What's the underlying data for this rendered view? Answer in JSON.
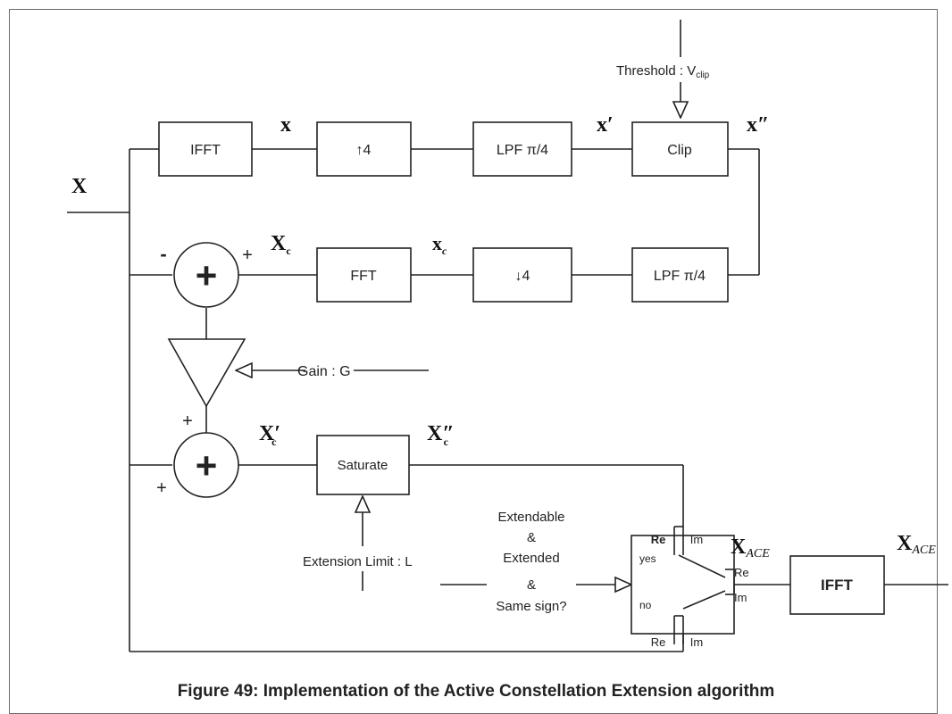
{
  "blocks": {
    "ifft_top": "IFFT",
    "upsample": "↑4",
    "lpf_top": "LPF π/4",
    "clip": "Clip",
    "fft": "FFT",
    "downsample": "↓4",
    "lpf_mid": "LPF π/4",
    "saturate": "Saturate",
    "ifft_out": "IFFT"
  },
  "signals": {
    "X_in": "X",
    "x": "x",
    "x_prime": "x′",
    "x_dprime": "x″",
    "Xc": "X",
    "Xc_sub": "c",
    "xc": "x",
    "xc_sub": "c",
    "Xc_prime": "X′",
    "Xc_prime_sub": "c",
    "Xc_dprime": "X″",
    "Xc_dprime_sub": "c",
    "X_ace1": "X",
    "X_ace2": "X",
    "ace_sub": "ACE"
  },
  "controls": {
    "threshold": "Threshold : V",
    "threshold_sub": "clip",
    "gain": "Gain : G",
    "extension_limit": "Extension Limit : L"
  },
  "condition": {
    "lines": [
      "Extendable",
      "&",
      "Extended",
      "&",
      "Same sign?"
    ]
  },
  "switch": {
    "re": "Re",
    "im": "Im",
    "yes": "yes",
    "no": "no"
  },
  "summers": {
    "sign_symbol": "+",
    "sub_minus": "-",
    "sub_plus": "+",
    "add_top": "+",
    "add_left": "+"
  },
  "caption": "Figure 49: Implementation of the Active Constellation Extension algorithm"
}
